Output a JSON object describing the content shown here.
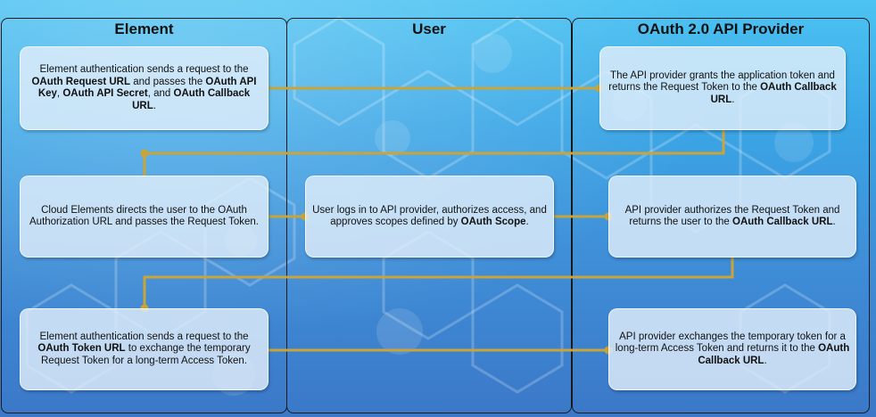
{
  "lanes": [
    {
      "title": "Element"
    },
    {
      "title": "User"
    },
    {
      "title": "OAuth 2.0 API Provider"
    }
  ],
  "steps": {
    "element_1": [
      {
        "t": "Element authentication sends a request to the "
      },
      {
        "t": "OAuth Request URL",
        "b": true
      },
      {
        "t": " and passes the "
      },
      {
        "t": "OAuth API Key",
        "b": true
      },
      {
        "t": ", "
      },
      {
        "t": "OAuth API Secret",
        "b": true
      },
      {
        "t": ", and "
      },
      {
        "t": "OAuth Callback URL",
        "b": true
      },
      {
        "t": "."
      }
    ],
    "provider_1": [
      {
        "t": "The API provider grants the application token and returns the Request Token to the "
      },
      {
        "t": "OAuth Callback URL",
        "b": true
      },
      {
        "t": "."
      }
    ],
    "element_2": [
      {
        "t": "Cloud Elements directs the user to the OAuth Authorization URL and passes the Request Token."
      }
    ],
    "user_1": [
      {
        "t": "User logs in to API provider, authorizes access, and approves scopes defined by "
      },
      {
        "t": "OAuth Scope",
        "b": true
      },
      {
        "t": "."
      }
    ],
    "provider_2": [
      {
        "t": "API provider authorizes the Request Token and returns the user to the "
      },
      {
        "t": "OAuth Callback URL",
        "b": true
      },
      {
        "t": "."
      }
    ],
    "element_3": [
      {
        "t": "Element authentication sends a request to the "
      },
      {
        "t": "OAuth Token URL",
        "b": true
      },
      {
        "t": " to exchange the temporary Request Token for a long-term Access Token."
      }
    ],
    "provider_3": [
      {
        "t": "API provider exchanges the temporary token for a long-term Access Token and returns it to the "
      },
      {
        "t": "OAuth Callback URL",
        "b": true
      },
      {
        "t": "."
      }
    ]
  },
  "colors": {
    "connector": "#c9a43a",
    "lane_border": "#1a1a1a",
    "background_top": "#4cc3f2",
    "background_bottom": "#3b78c8"
  }
}
